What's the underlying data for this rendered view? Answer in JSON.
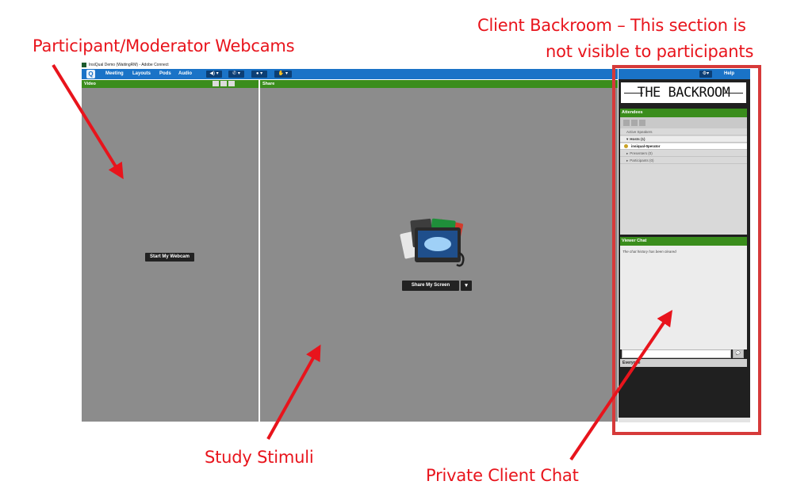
{
  "annotations": {
    "webcams": "Participant/Moderator Webcams",
    "backroom_line1": "Client Backroom – This section is",
    "backroom_line2": "not visible to participants",
    "stimuli": "Study Stimuli",
    "private_chat": "Private Client Chat"
  },
  "colors": {
    "annotation": "#e8141c",
    "frame": "#d63a3a",
    "menubar": "#1a73c7",
    "pod_header": "#3a8d1c",
    "pod_body": "#8c8c8c"
  },
  "window": {
    "title": "InsiQual Demo (WaitingRM) - Adobe Connect"
  },
  "menubar": {
    "logo": "Q",
    "items": [
      "Meeting",
      "Layouts",
      "Pods",
      "Audio"
    ],
    "controls": [
      "speaker-icon",
      "phone-icon",
      "webcam-icon",
      "raise-hand-icon"
    ]
  },
  "video_pod": {
    "title": "Video",
    "webcam_button": "Start My Webcam"
  },
  "share_pod": {
    "title": "Share",
    "share_button": "Share My Screen",
    "dropdown": "▾",
    "icon": "screen-share-icon"
  },
  "backroom": {
    "help": "Help",
    "banner": "THE BACKROOM",
    "attendees": {
      "title": "Attendees",
      "rows": [
        {
          "label": "Active Speakers"
        },
        {
          "label": "Hosts (1)"
        },
        {
          "label": "insiqual-0perator"
        },
        {
          "label": "Presenters (0)"
        },
        {
          "label": "Participants (0)"
        }
      ]
    },
    "chat": {
      "title": "Viewer Chat",
      "history": "The chat history has been cleared",
      "recipient": "Everyone"
    }
  }
}
